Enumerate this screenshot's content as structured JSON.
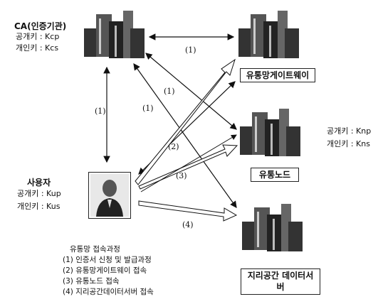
{
  "ca": {
    "name": "CA(인증기관)",
    "pub": "공개키 : Kcp",
    "priv": "개인키 : Kcs"
  },
  "gateway": {
    "name": "유통망게이트웨이"
  },
  "node": {
    "name": "유통노드",
    "pub": "공개키 : Knp",
    "priv": "개인키 : Kns"
  },
  "user": {
    "name": "사용자",
    "pub": "공개키 : Kup",
    "priv": "개인키 : Kus"
  },
  "geo": {
    "name_line1": "지리공간 데이터서",
    "name_line2": "버"
  },
  "arrow_labels": {
    "a1": "(1)",
    "a2": "(1)",
    "a3": "(1)",
    "a4": "(1)",
    "b2": "(2)",
    "b3": "(3)",
    "b4": "(4)"
  },
  "process": {
    "title": "유통망 접속과정",
    "steps": [
      "(1) 인증서 신청 및 발급과정",
      "(2) 유통망게이트웨이 접속",
      "(3) 유통노드 접속",
      "(4) 지리공간데이터서버 접속"
    ]
  }
}
